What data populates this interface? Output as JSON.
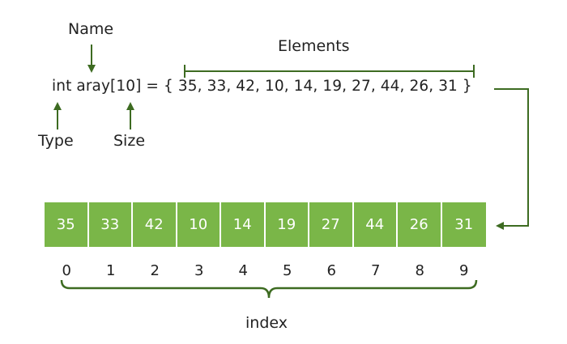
{
  "labels": {
    "name": "Name",
    "elements": "Elements",
    "type": "Type",
    "size": "Size",
    "index": "index"
  },
  "declaration": {
    "type_kw": "int",
    "array_name": "aray",
    "size_text": "[10]",
    "equals": "=",
    "open_brace": "{",
    "values_text": "35, 33, 42, 10, 14, 19, 27, 44, 26, 31",
    "close_brace": "}"
  },
  "cells": [
    "35",
    "33",
    "42",
    "10",
    "14",
    "19",
    "27",
    "44",
    "26",
    "31"
  ],
  "indices": [
    "0",
    "1",
    "2",
    "3",
    "4",
    "5",
    "6",
    "7",
    "8",
    "9"
  ],
  "colors": {
    "cell_fill": "#7ab648",
    "arrow": "#3d6b21",
    "text": "#222222"
  }
}
